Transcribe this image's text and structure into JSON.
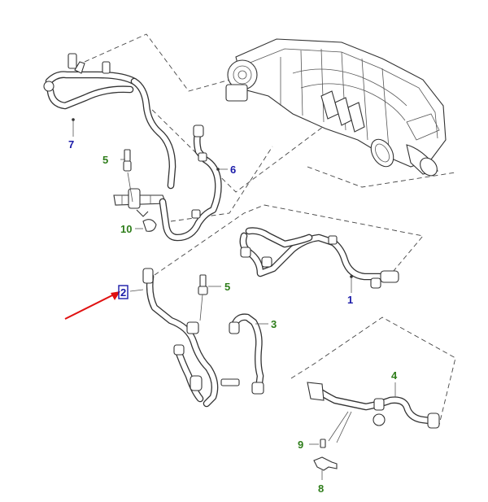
{
  "callouts": {
    "c1": {
      "label": "1",
      "color": "#1a1aa8"
    },
    "c2": {
      "label": "2",
      "color": "#1a1aa8"
    },
    "c3": {
      "label": "3",
      "color": "#2e7d1a"
    },
    "c4": {
      "label": "4",
      "color": "#2e7d1a"
    },
    "c5a": {
      "label": "5",
      "color": "#2e7d1a"
    },
    "c5b": {
      "label": "5",
      "color": "#2e7d1a"
    },
    "c6": {
      "label": "6",
      "color": "#1a1aa8"
    },
    "c7": {
      "label": "7",
      "color": "#1a1aa8"
    },
    "c8": {
      "label": "8",
      "color": "#2e7d1a"
    },
    "c9": {
      "label": "9",
      "color": "#2e7d1a"
    },
    "c10": {
      "label": "10",
      "color": "#2e7d1a"
    }
  },
  "highlight": {
    "color": "#e01010"
  }
}
